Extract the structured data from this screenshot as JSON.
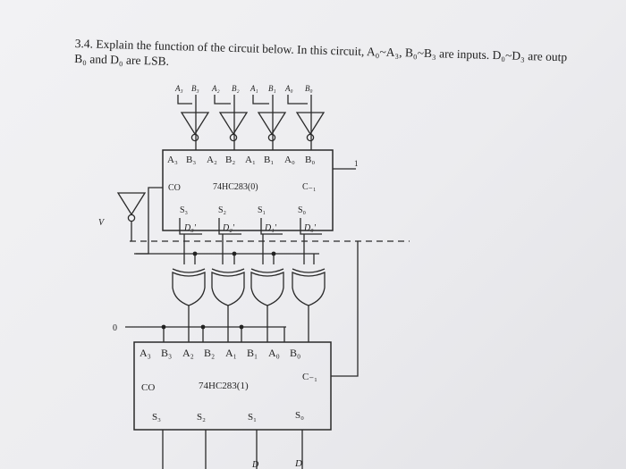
{
  "question": {
    "line1": "3.4. Explain the function of the circuit below. In this circuit, A₀~A₃, B₀~B₃ are inputs. D₀~D₃ are outp",
    "line2": "B₀ and D₀ are LSB."
  },
  "circuit": {
    "top_inputs": [
      "A₃",
      "B₃",
      "A₂",
      "B₂",
      "A₁",
      "B₁",
      "A₀",
      "B₀"
    ],
    "adder0": {
      "pins_top": [
        "A₃",
        "B₃",
        "A₂",
        "B₂",
        "A₁",
        "B₁",
        "A₀",
        "B₀"
      ],
      "co": "CO",
      "name": "74HC283(0)",
      "cin": "C₋₁",
      "sums": [
        "S₃",
        "S₂",
        "S₁",
        "S₀"
      ]
    },
    "cin0_value": "1",
    "v_label": "V",
    "d_prime": [
      "D₃'",
      "D₂'",
      "D₁'",
      "D₀'"
    ],
    "adder1": {
      "pins_top": [
        "A₃",
        "B₃",
        "A₂",
        "B₂",
        "A₁",
        "B₁",
        "A₀",
        "B₀"
      ],
      "co": "CO",
      "name": "74HC283(1)",
      "cin": "C₋₁",
      "sums": [
        "S₃",
        "S₂",
        "S₁",
        "S₀"
      ]
    },
    "zero_input": "0",
    "bottom_outputs": [
      "D",
      "D"
    ]
  }
}
